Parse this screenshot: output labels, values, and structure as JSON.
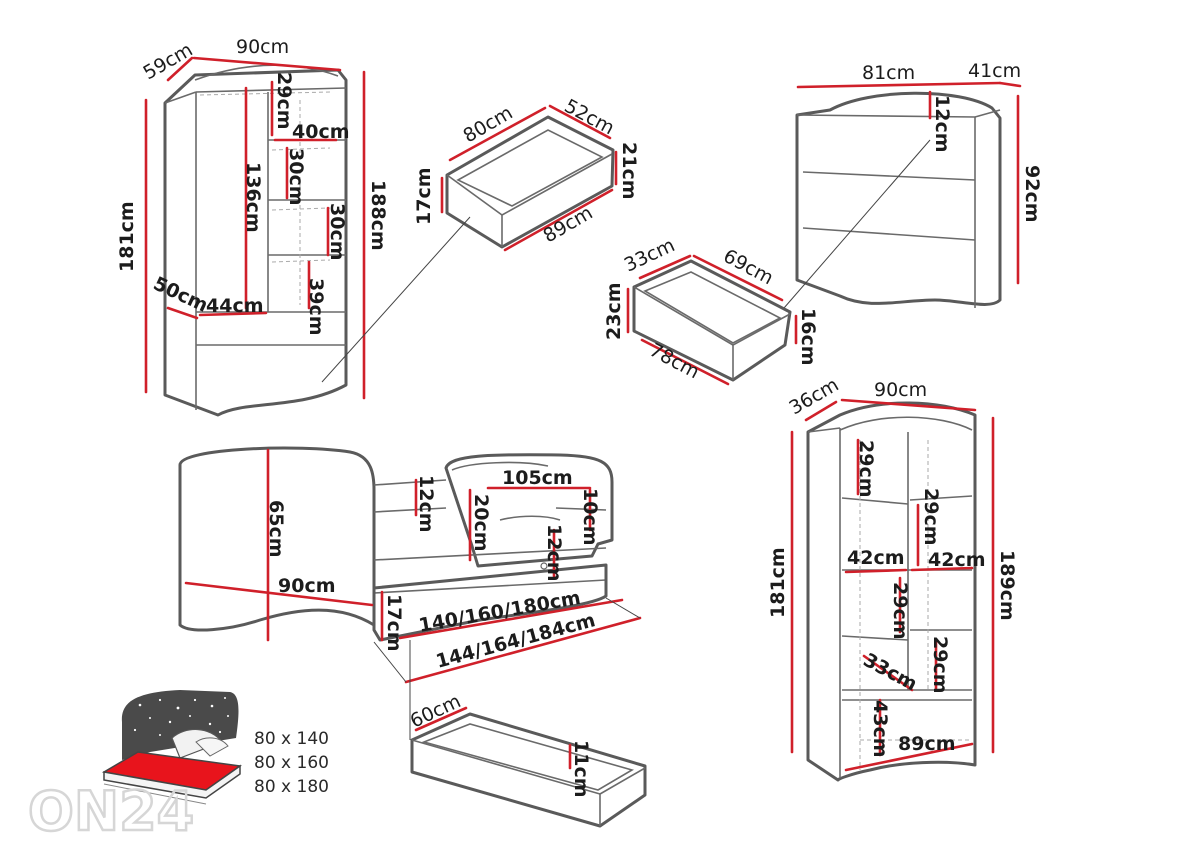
{
  "wardrobe": {
    "depth": "59cm",
    "width": "90cm",
    "height_front": "181cm",
    "height_total": "188cm",
    "top_shelf": "29cm",
    "shelf_width": "40cm",
    "hanging_height": "136cm",
    "compartment_1": "30cm",
    "compartment_2": "30cm",
    "compartment_3": "39cm",
    "inner_depth": "50cm",
    "inner_width": "44cm"
  },
  "wardrobe_drawer": {
    "length": "80cm",
    "depth": "52cm",
    "height_outer": "21cm",
    "height_inner": "17cm",
    "front_width": "89cm"
  },
  "chest": {
    "width": "81cm",
    "depth": "41cm",
    "top_height": "12cm",
    "height": "92cm"
  },
  "chest_drawer": {
    "depth": "33cm",
    "length": "69cm",
    "height_outer": "23cm",
    "height_inner": "16cm",
    "front_width": "78cm"
  },
  "bed": {
    "headboard_height": "65cm",
    "headboard_width": "90cm",
    "rail_height": "12cm",
    "guard_length": "105cm",
    "guard_height": "20cm",
    "guard_top": "10cm",
    "side_height": "12cm",
    "drawer_height": "17cm",
    "inner_lengths": "140/160/180cm",
    "outer_lengths": "144/164/184cm"
  },
  "bed_drawer": {
    "depth": "60cm",
    "height": "11cm"
  },
  "mattress_sizes": [
    "80 x 140",
    "80 x 160",
    "80 x 180"
  ],
  "bookcase": {
    "depth": "36cm",
    "width": "90cm",
    "height_front": "181cm",
    "height_total": "189cm",
    "shelf_1": "29cm",
    "shelf_2": "29cm",
    "shelf_3": "29cm",
    "shelf_4": "29cm",
    "inner_width_left": "42cm",
    "inner_width_right": "42cm",
    "diag_depth": "33cm",
    "bottom_height": "43cm",
    "inner_width": "89cm"
  },
  "brand_logo": "ON24",
  "colors": {
    "dimension": "#d0202a",
    "outline": "#5a5a5a",
    "mattress": "#e8141c"
  }
}
